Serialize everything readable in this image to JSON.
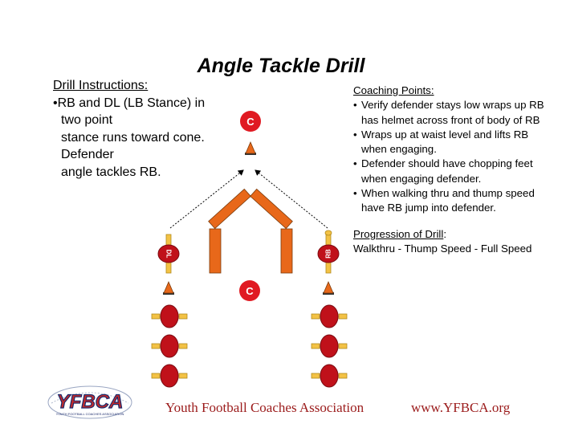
{
  "title": "Angle Tackle Drill",
  "instructions": {
    "header": "Drill Instructions:",
    "lines": [
      "•RB and DL (LB Stance) in",
      "two point",
      "stance runs toward cone.",
      "Defender",
      "angle tackles RB."
    ]
  },
  "coaching": {
    "header": "Coaching Points:",
    "points": [
      "Verify defender stays low wraps up RB has helmet across front of body of RB",
      "Wraps up at waist level and lifts RB when engaging.",
      "Defender should have chopping feet when engaging defender.",
      "When walking thru and thump speed have RB jump into defender."
    ]
  },
  "progression": {
    "header": "Progression of Drill",
    "colon": ":",
    "text": "Walkthru - Thump Speed - Full Speed"
  },
  "diagram": {
    "coach_label": "C",
    "dl_label": "DL",
    "rb_label": "RB",
    "colors": {
      "player": "#c0111a",
      "cone": "#e8681a",
      "dummy": "#e8681a",
      "pad": "#f3c245"
    }
  },
  "footer": {
    "logo_text": "YFBCA",
    "logo_subtext": "YOUTH FOOTBALL COACHES ASSOCIATION",
    "association": "Youth Football Coaches Association",
    "url": "www.YFBCA.org"
  }
}
